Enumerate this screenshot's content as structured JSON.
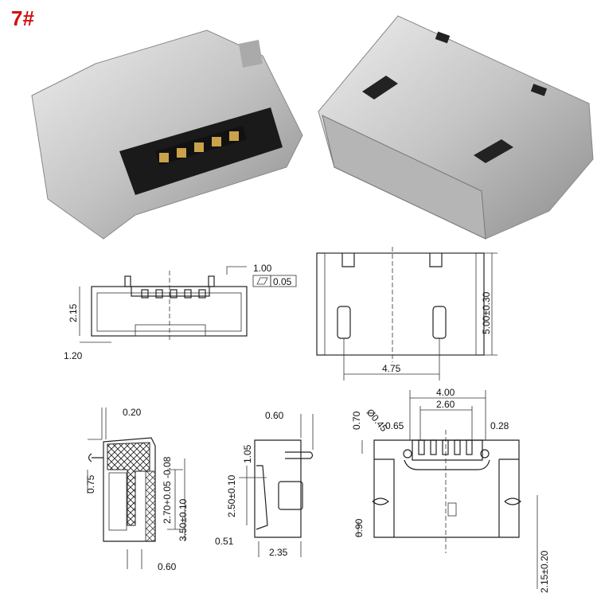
{
  "title": "7#",
  "colors": {
    "title": "#d01010",
    "metal": "#c8c8c8",
    "plastic": "#1a1a1a",
    "pin": "#c9a24a"
  },
  "front_view": {
    "dims": [
      "1.00",
      "0.05",
      "2.15",
      "1.20"
    ]
  },
  "top_view": {
    "dims": [
      "5.00±0.30",
      "4.75"
    ]
  },
  "section_view": {
    "dims": [
      "0.20",
      "0.75",
      "2.70+0.05 -0.08",
      "3.50±0.10",
      "0.60"
    ]
  },
  "side_view": {
    "dims": [
      "0.60",
      "1.05",
      "2.50±0.10",
      "0.51",
      "2.35"
    ]
  },
  "pcb_view": {
    "dims": [
      "4.00",
      "2.60",
      "0.70",
      "Ø0.45",
      "0.65",
      "0.28",
      "0.90",
      "2.15±0.20"
    ]
  }
}
